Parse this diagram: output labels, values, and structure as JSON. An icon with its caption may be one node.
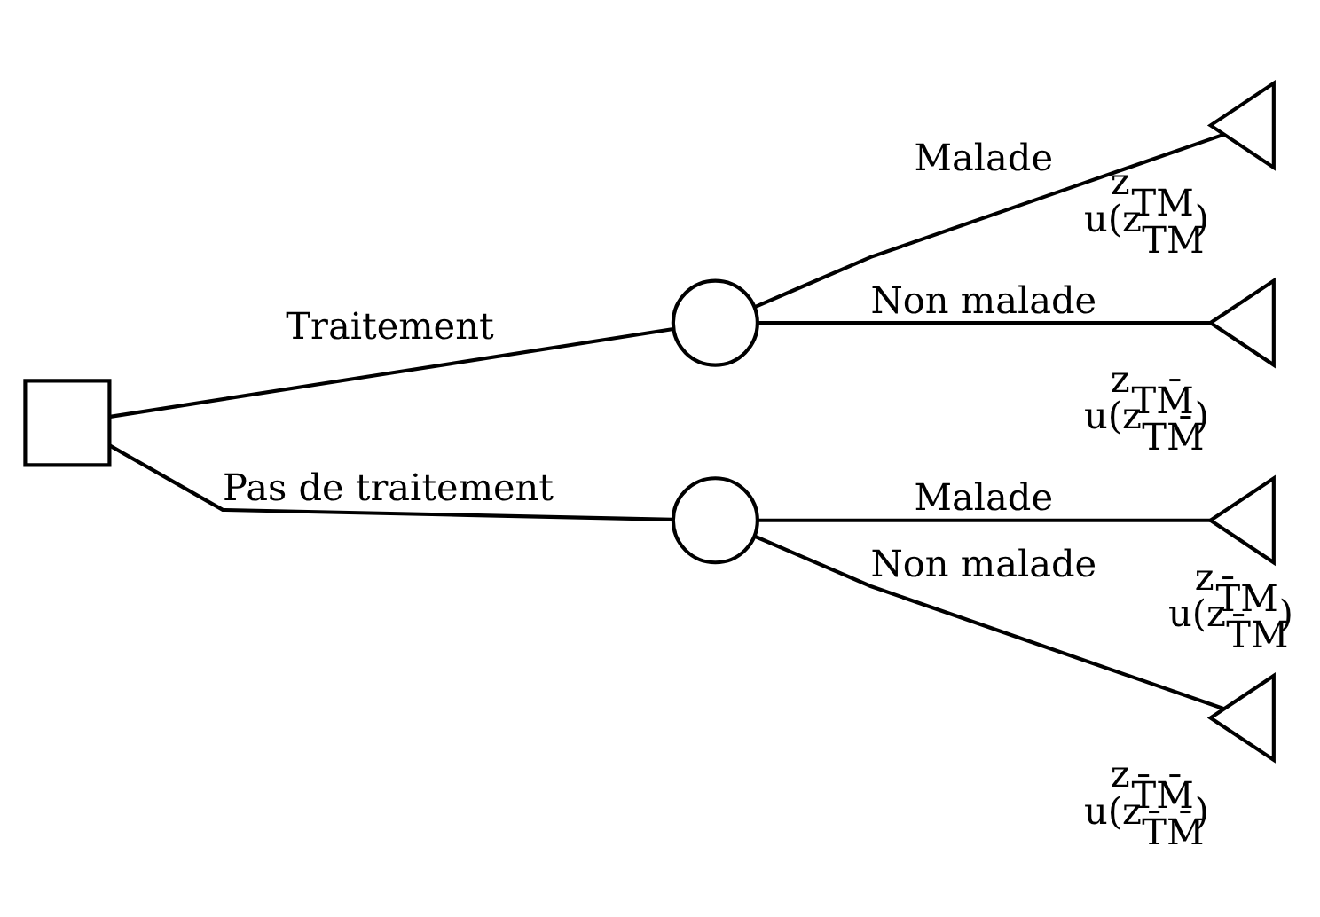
{
  "diagram": {
    "nodes": [
      {
        "text": [],
        "shape": "box"
      },
      {
        "text": [],
        "shape": "circle"
      },
      {
        "text": [],
        "shape": "triangle",
        "beside": [
          "z$_{TM}$",
          "u(z$_{TM}$)"
        ]
      },
      {
        "text": [],
        "shape": "triangle",
        "beside": [
          "z$_{TM̄}$",
          "u(z$_{TM̄}$)"
        ]
      },
      {
        "text": [],
        "shape": "circle"
      },
      {
        "text": [],
        "shape": "triangle",
        "beside": [
          "z$_{T̄M}$",
          "u(z$_{T̄M}$)"
        ]
      },
      {
        "text": [],
        "shape": "triangle",
        "beside": [
          "z$_{T̄M̄}$",
          "u(z$_{T̄M̄}$)"
        ]
      }
    ],
    "edges": [
      {
        "from": 0,
        "to": 1,
        "arrow": "none",
        "label": "Traitement"
      },
      {
        "from": 1,
        "to": 2,
        "arrow": "none",
        "label": "Malade"
      },
      {
        "from": 1,
        "to": 3,
        "arrow": "none",
        "label": "Non malade"
      },
      {
        "from": 0,
        "to": 4,
        "arrow": "none",
        "label": "Pas de traitement"
      },
      {
        "from": 4,
        "to": 5,
        "arrow": "none",
        "label": "Malade"
      },
      {
        "from": 4,
        "to": 6,
        "arrow": "none",
        "label": "Non malade"
      }
    ]
  }
}
